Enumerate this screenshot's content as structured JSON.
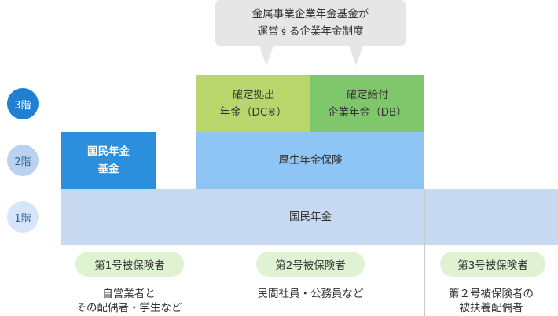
{
  "colors": {
    "callout_bg": "#e6e6e6",
    "tier3_circle": "#1f7fd3",
    "tier2_circle": "#b9d2ef",
    "tier1_circle": "#d6e6f8",
    "dc_block": "#b8d66b",
    "db_block": "#80c76b",
    "kokumin_kikin_block": "#2b8fde",
    "kosei_block": "#8ec5f5",
    "kokumin_block": "#c7d9f0",
    "pill_bg": "#dff2d1"
  },
  "callout": {
    "text": "金属事業企業年金基金が\n運営する企業年金制度"
  },
  "tiers": {
    "tier3": "3階",
    "tier2": "2階",
    "tier1": "1階"
  },
  "blocks": {
    "dc": "確定拠出\n年金（DC※）",
    "db": "確定給付\n企業年金（DB）",
    "kokumin_nenkin_kikin": "国民年金\n基金",
    "kosei_nenkin": "厚生年金保険",
    "kokumin_nenkin": "国民年金"
  },
  "categories": [
    {
      "label": "第1号被保険者",
      "desc": "自営業者と\nその配偶者・学生など"
    },
    {
      "label": "第2号被保険者",
      "desc": "民間社員・公務員など"
    },
    {
      "label": "第3号被保険者",
      "desc": "第２号被保険者の\n被扶養配偶者"
    }
  ]
}
